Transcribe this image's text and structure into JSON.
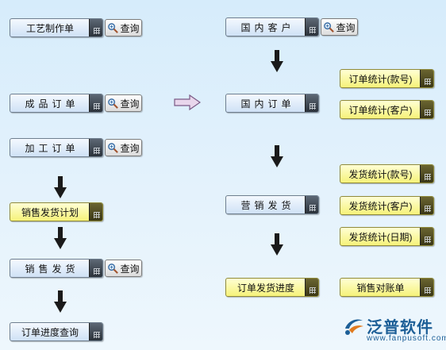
{
  "nodes": {
    "craft_order": "工艺制作单",
    "product_order": "成品订单",
    "process_order": "加工订单",
    "sales_ship_plan": "销售发货计划",
    "sales_ship": "销售发货",
    "order_progress_query": "订单进度查询",
    "domestic_customer": "国内客户",
    "domestic_order": "国内订单",
    "marketing_ship": "营销发货",
    "order_ship_progress": "订单发货进度",
    "order_stats_model": "订单统计(款号)",
    "order_stats_customer": "订单统计(客户)",
    "ship_stats_model": "发货统计(款号)",
    "ship_stats_customer": "发货统计(客户)",
    "ship_stats_date": "发货统计(日期)",
    "sales_reconciliation": "销售对账单"
  },
  "query_label": "查询",
  "icons": {
    "menu": "grid-menu-icon",
    "query": "magnifier-icon",
    "flow_down": "down-arrow-icon",
    "flow_right": "right-arrow-icon"
  },
  "colors": {
    "node_blue": "#cfe1f5",
    "node_yellow": "#f6f27a",
    "brand": "#1d5f97"
  },
  "logo": {
    "brand": "泛普软件",
    "url": "www.fanpusoft.com"
  }
}
